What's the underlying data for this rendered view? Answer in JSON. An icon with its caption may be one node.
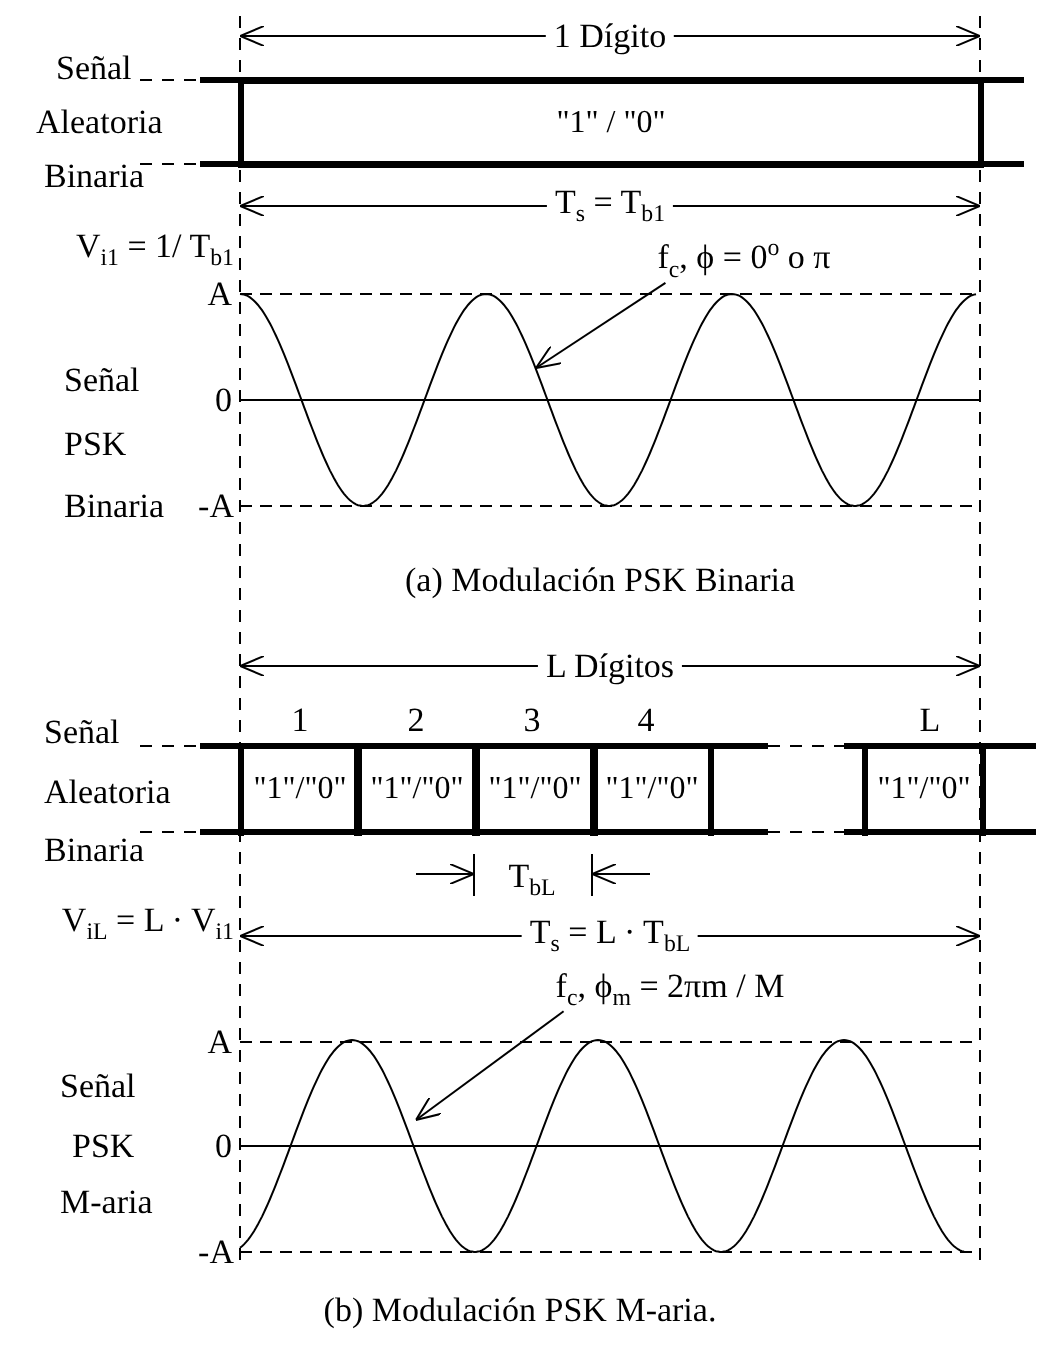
{
  "diagram": {
    "nodes": [
      {
        "text": [
          "\"1\" / \"0\""
        ]
      },
      {
        "text": [
          "f$_{c}$, ϕ = 0$^{o}$ o π"
        ]
      },
      {
        "text": [],
        "shape": "picture"
      },
      {
        "text": [
          "\"1\"/\"0\""
        ]
      },
      {
        "text": [
          "\"1\"/\"0\""
        ]
      },
      {
        "text": [
          "\"1\"/\"0\""
        ]
      },
      {
        "text": [
          "\"1\"/\"0\""
        ]
      },
      {
        "text": [
          "\"1\"/\"0\""
        ]
      },
      {
        "text": [
          "f$_{c}$, ϕ$_{m}$ = 2πm / M"
        ]
      },
      {
        "text": [],
        "shape": "picture"
      }
    ],
    "edges": [
      {
        "from": 1,
        "to": 2,
        "arrow": "to"
      },
      {
        "from": 8,
        "to": 9,
        "arrow": "to"
      }
    ],
    "labels": [
      "1 Dígito",
      "Señal",
      "Aleatoria",
      "Binaria",
      "T$_{s}$ = T$_{b1}$",
      "V$_{i1}$ = 1/ T$_{b1}$",
      "A",
      "Señal",
      "0",
      "PSK",
      "Binaria",
      "-A",
      "(a)  Modulación PSK Binaria",
      "L Dígitos",
      "Señal",
      "1",
      "2",
      "3",
      "4",
      "L",
      "Aleatoria",
      "Binaria",
      "T$_{bL}$",
      "V$_{iL}$ = L · V$_{i1}$",
      "T$_{s}$ = L · T$_{bL}$",
      "A",
      "Señal",
      "PSK",
      "0",
      "M-aria",
      "-A",
      "(b)  Modulación PSK M-aria."
    ]
  }
}
